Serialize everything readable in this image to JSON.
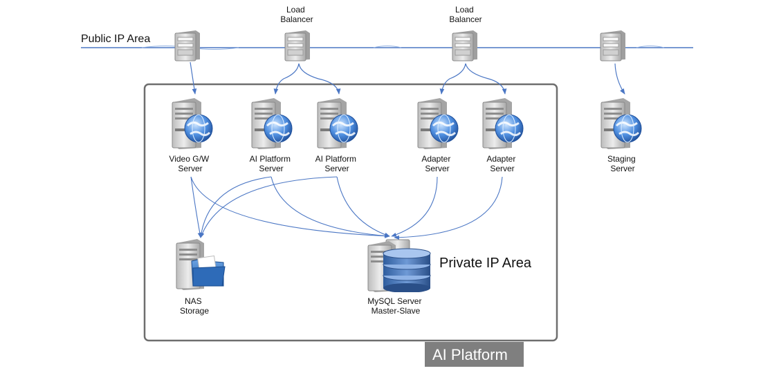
{
  "labels": {
    "public_area": "Public IP Area",
    "private_area": "Private IP Area",
    "platform_tag": "AI Platform",
    "lb1": [
      "Load",
      "Balancer"
    ],
    "lb2": [
      "Load",
      "Balancer"
    ],
    "video_gw": [
      "Video G/W",
      "Server"
    ],
    "ai1": [
      "AI Platform",
      "Server"
    ],
    "ai2": [
      "AI Platform",
      "Server"
    ],
    "adapter1": [
      "Adapter",
      "Server"
    ],
    "adapter2": [
      "Adapter",
      "Server"
    ],
    "staging": [
      "Staging",
      "Server"
    ],
    "nas": [
      "NAS",
      "Storage"
    ],
    "mysql": [
      "MySQL Server",
      "Master-Slave"
    ]
  },
  "colors": {
    "line": "#4a76c4",
    "frame": "#6e6e6e",
    "tag_bg": "#7f7f7f",
    "server_body": "#d9d9d9",
    "globe": "#3a7bd5",
    "database": "#3f6fb5",
    "folder": "#2f6db5"
  },
  "icons": {
    "router": "network-router-icon",
    "web_server": "web-server-icon",
    "storage": "nas-storage-icon",
    "database": "database-server-icon"
  }
}
